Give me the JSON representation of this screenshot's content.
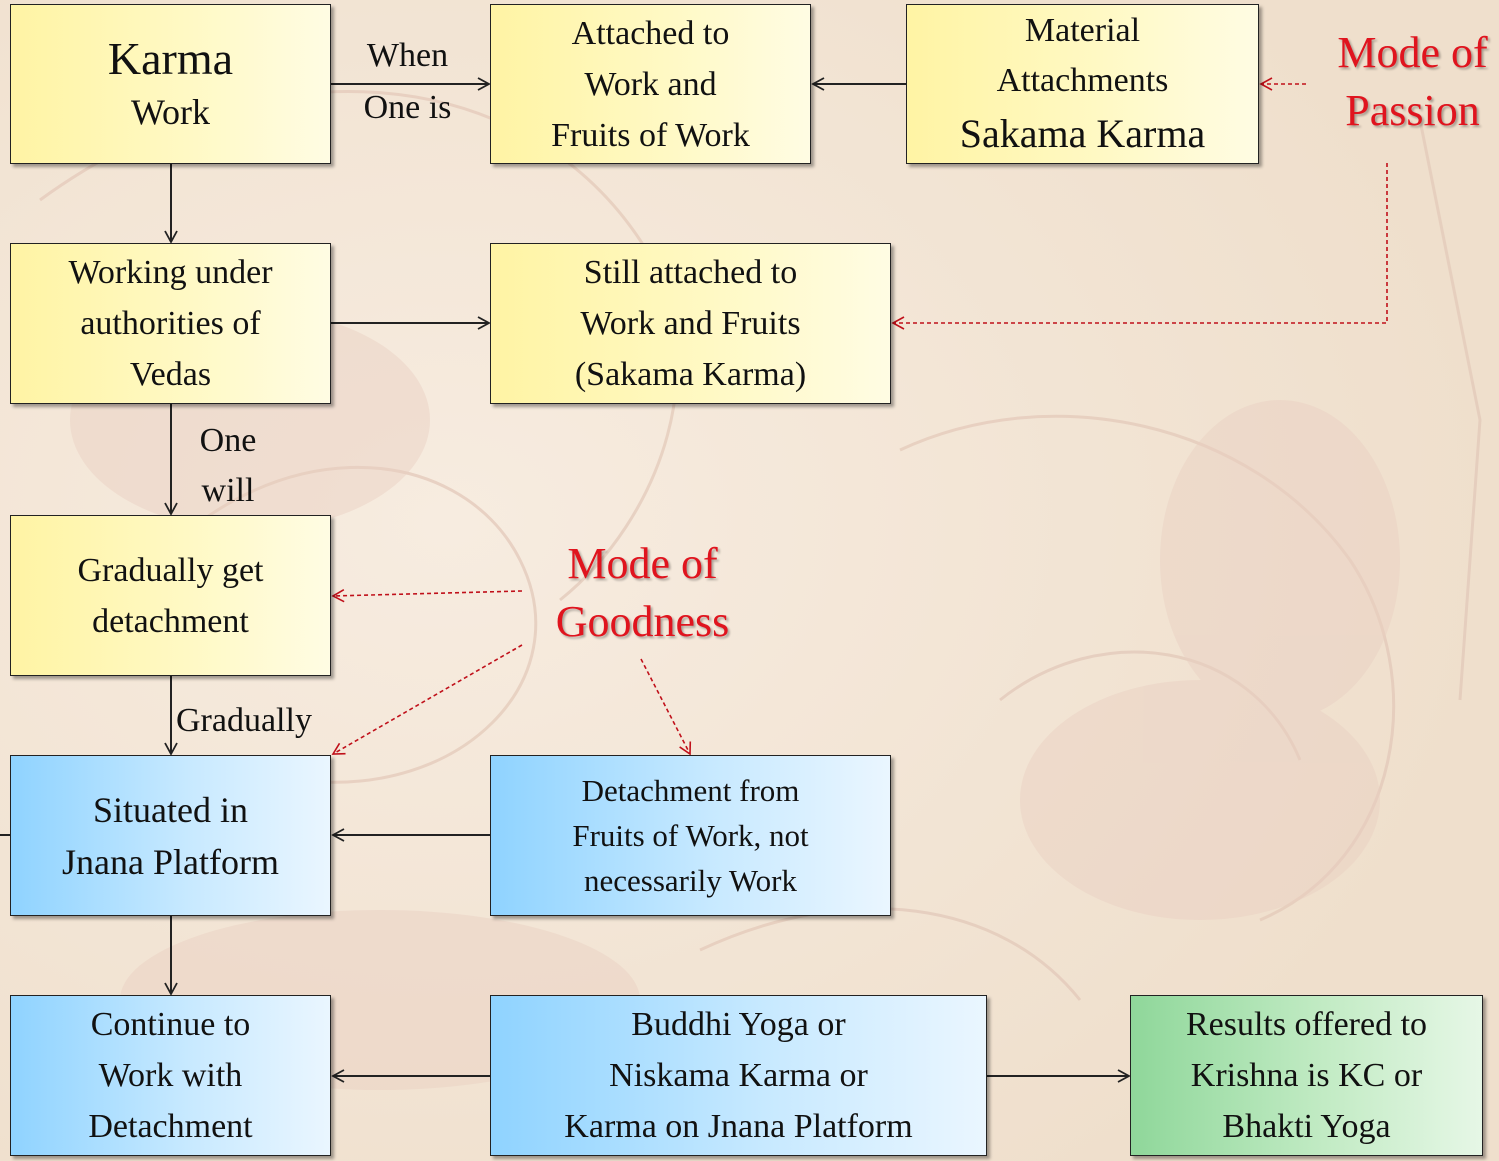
{
  "colors": {
    "yellow_box": "#fff9c4",
    "blue_box": "#c7e9ff",
    "green_box": "#c2ebc4",
    "mode_text": "#e0141e",
    "arrow": "#222222",
    "mode_arrow": "#c0101a"
  },
  "boxes": {
    "karma": {
      "title": "Karma",
      "subtitle": "Work"
    },
    "attached": {
      "text": "Attached to\nWork and\nFruits of Work"
    },
    "material": {
      "line1": "Material",
      "line2": "Attachments",
      "line3": "Sakama Karma"
    },
    "working": {
      "text": "Working under\nauthorities of\nVedas"
    },
    "still": {
      "text": "Still attached to\nWork and Fruits\n(Sakama Karma)"
    },
    "gradually_detach": {
      "text": "Gradually get\ndetachment"
    },
    "situated": {
      "text": "Situated in\nJnana Platform"
    },
    "detachment_fruits": {
      "text": "Detachment from\nFruits of Work, not\nnecessarily Work"
    },
    "continue": {
      "text": "Continue to\nWork with\nDetachment"
    },
    "buddhi": {
      "text": "Buddhi Yoga or\nNiskama Karma or\nKarma on Jnana Platform"
    },
    "results": {
      "text": "Results offered to\nKrishna is KC or\nBhakti Yoga"
    }
  },
  "labels": {
    "when_one_is": "When\nOne is",
    "one_will": "One\nwill",
    "gradually": "Gradually"
  },
  "modes": {
    "passion": "Mode of\nPassion",
    "goodness": "Mode of\nGoodness"
  }
}
